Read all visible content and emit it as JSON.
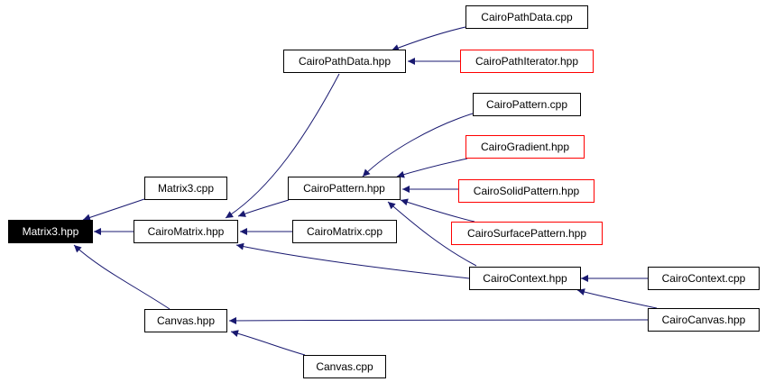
{
  "colors": {
    "edge": "#191970",
    "node_border": "#000000",
    "incomplete_border": "#ff0000",
    "root_fill": "#000000",
    "root_text": "#ffffff"
  },
  "nodes": {
    "matrix3_hpp": "Matrix3.hpp",
    "matrix3_cpp": "Matrix3.cpp",
    "cairomatrix_hpp": "CairoMatrix.hpp",
    "canvas_hpp": "Canvas.hpp",
    "canvas_cpp": "Canvas.cpp",
    "cairopathdata_hpp": "CairoPathData.hpp",
    "cairopathdata_cpp": "CairoPathData.cpp",
    "cairopathiterator_hpp": "CairoPathIterator.hpp",
    "cairopattern_hpp": "CairoPattern.hpp",
    "cairopattern_cpp": "CairoPattern.cpp",
    "cairogradient_hpp": "CairoGradient.hpp",
    "cairosolidpattern_hpp": "CairoSolidPattern.hpp",
    "cairosurfacepattern_hpp": "CairoSurfacePattern.hpp",
    "cairomatrix_cpp": "CairoMatrix.cpp",
    "cairocontext_hpp": "CairoContext.hpp",
    "cairocontext_cpp": "CairoContext.cpp",
    "cairocanvas_hpp": "CairoCanvas.hpp"
  }
}
